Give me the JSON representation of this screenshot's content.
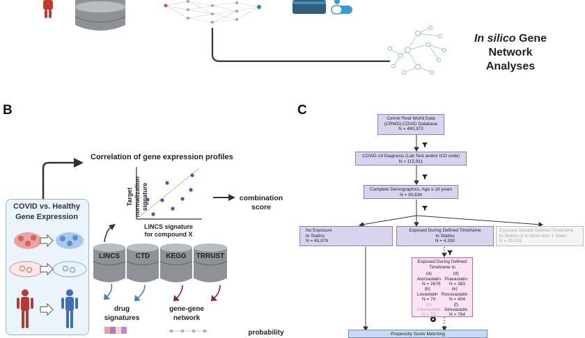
{
  "panel_a": {
    "insilico_italic": "In silico",
    "insilico_rest": " Gene",
    "insilico_line2": "Network",
    "insilico_line3": "Analyses"
  },
  "panel_b": {
    "letter": "B",
    "correlation_title": "Correlation of gene expression profiles",
    "y_axis_label": "Target normalization signature",
    "x_axis_label_1": "LINCS signature",
    "x_axis_label_2": "for compound X",
    "combination_1": "combination",
    "combination_2": "score",
    "covid_title_1": "COVID vs. Healthy",
    "covid_title_2": "Gene Expression",
    "databases": [
      "LINCS",
      "CTD",
      "KEGG",
      "TRRUST"
    ],
    "drug_signatures_1": "drug",
    "drug_signatures_2": "signatures",
    "gene_network_1": "gene-gene",
    "gene_network_2": "network",
    "probability": "probability",
    "colors": {
      "scatter": "#7b3fa0",
      "covid_border": "#8fb8d3",
      "arrow_blue": "#4a7ab8",
      "arrow_maroon": "#8a2040"
    }
  },
  "panel_c": {
    "letter": "C",
    "box1": [
      "Cerner Real World Data",
      "(CRWD) COVID Database",
      "N = 490,373"
    ],
    "box2": [
      "COVID-19 Diagnosis (Lab Test and/or ICD code)",
      "N = 115,911"
    ],
    "box3": [
      "Complete Demographics, Age ≥ 18 years",
      "N = 90,834"
    ],
    "box_no_exposure": [
      "No Exposure",
      "to Statins",
      "N = 65,978"
    ],
    "box_exposed": [
      "Exposed During Defined Timeframe",
      "to Statins",
      "N = 4,330"
    ],
    "box_outside": [
      "Exposed Outside Defined Timeframe",
      "to Statins or to More than 1 Statin",
      "N = 20,526"
    ],
    "box_detail_title": [
      "Exposed During Defined",
      "Timeframe to"
    ],
    "statins": [
      {
        "left": "(a) Atorvastatin",
        "right": "(d) Pravastatin"
      },
      {
        "left": "N = 2676",
        "right": "N = 383"
      },
      {
        "left": "(b) Lovastatin",
        "right": "(e) Rosuvastatin"
      },
      {
        "left": "N = 70",
        "right": "N = 404"
      },
      {
        "left": "(c) Pitavastatin",
        "right": "(f) Simvastatin"
      },
      {
        "left": "N = 13",
        "right": "N = 784"
      }
    ],
    "box_bottom": "Propensity Score Matching",
    "colors": {
      "box_fill": "#d9d3ee",
      "box_border": "#8a7cc0",
      "pink_fill": "#fbe3f3",
      "gray_text": "#a8a8a8"
    }
  }
}
